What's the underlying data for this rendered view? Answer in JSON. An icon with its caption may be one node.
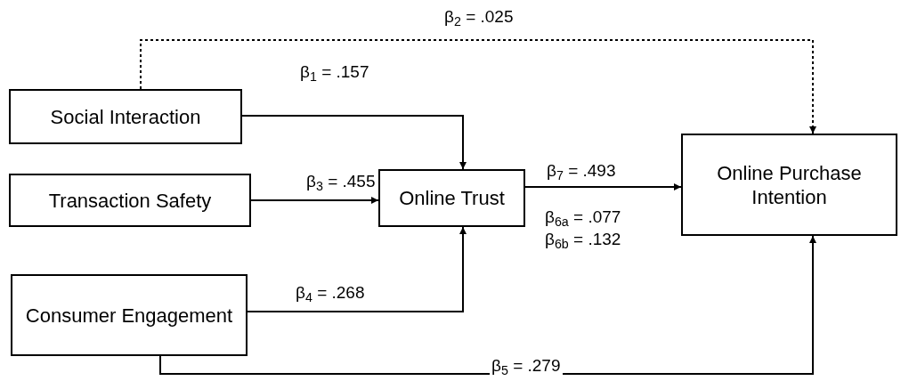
{
  "diagram": {
    "nodes": [
      {
        "text": [
          "Social Interaction"
        ]
      },
      {
        "text": [
          "Transaction Safety"
        ]
      },
      {
        "text": [
          "Online Trust"
        ]
      },
      {
        "text": [
          "Consumer Engagement"
        ]
      },
      {
        "text": [
          "Online Purchase Intention"
        ]
      }
    ],
    "edges": [
      {
        "from": 0,
        "to": 2,
        "arrow": "to",
        "label": "β$_{1}$ = .157"
      },
      {
        "from": 0,
        "to": 4,
        "arrow": "to",
        "label": "β$_{2}$ = .025",
        "style": "dashed"
      },
      {
        "from": 1,
        "to": 2,
        "arrow": "to",
        "label": "β$_{3}$ = .455"
      },
      {
        "from": 3,
        "to": 2,
        "arrow": "to",
        "label": "β$_{4}$ = .268"
      },
      {
        "from": 3,
        "to": 4,
        "arrow": "to",
        "label": "β$_{5}$ = .279"
      },
      {
        "from": 2,
        "to": 4,
        "arrow": "to",
        "label": "β$_{7}$ = .493"
      }
    ],
    "labels": [
      "β$_{6a}$ = .077",
      "β$_{6b}$ = .132"
    ]
  }
}
